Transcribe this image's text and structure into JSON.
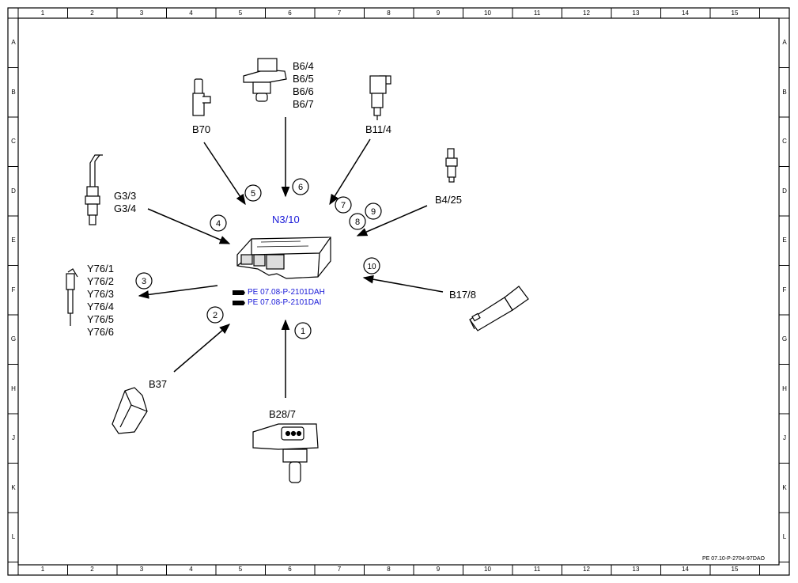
{
  "frame": {
    "columns": [
      "1",
      "2",
      "3",
      "4",
      "5",
      "6",
      "7",
      "8",
      "9",
      "10",
      "11",
      "12",
      "13",
      "14",
      "15"
    ],
    "rows": [
      "A",
      "B",
      "C",
      "D",
      "E",
      "F",
      "G",
      "H",
      "J",
      "K",
      "L"
    ],
    "doc_number": "PE 07.10-P-2704-97DAO"
  },
  "center": {
    "label": "N3/10",
    "refs": [
      "PE 07.08-P-2101DAH",
      "PE 07.08-P-2101DAI"
    ]
  },
  "components": {
    "b70": "B70",
    "b6": [
      "B6/4",
      "B6/5",
      "B6/6",
      "B6/7"
    ],
    "b11_4": "B11/4",
    "b4_25": "B4/25",
    "g3": [
      "G3/3",
      "G3/4"
    ],
    "y76": [
      "Y76/1",
      "Y76/2",
      "Y76/3",
      "Y76/4",
      "Y76/5",
      "Y76/6"
    ],
    "b17_8": "B17/8",
    "b37": "B37",
    "b28_7": "B28/7"
  },
  "callouts": [
    "1",
    "2",
    "3",
    "4",
    "5",
    "6",
    "7",
    "8",
    "9",
    "10"
  ],
  "colors": {
    "line": "#000000",
    "accent": "#1a1ad8",
    "background": "#ffffff"
  }
}
